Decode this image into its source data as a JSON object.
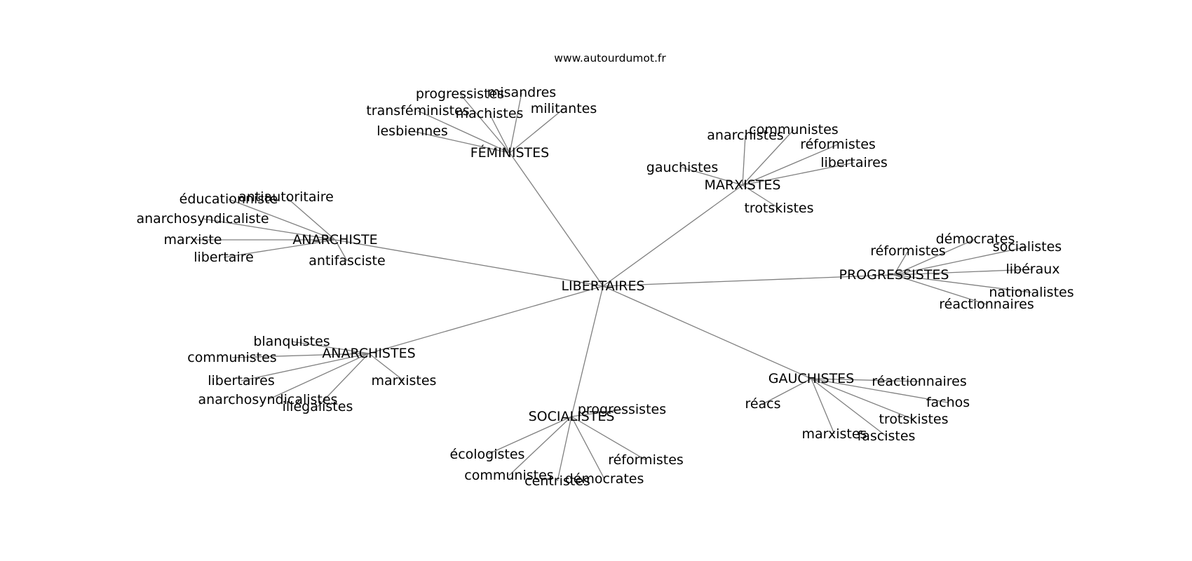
{
  "source_label": "www.autourdumot.fr",
  "root": {
    "label": "LIBERTAIRES"
  },
  "groups": [
    {
      "label": "FÉMINISTES",
      "children": [
        "progressistes",
        "misandres",
        "transféministes",
        "machistes",
        "militantes",
        "lesbiennes"
      ]
    },
    {
      "label": "MARXISTES",
      "children": [
        "communistes",
        "anarchistes",
        "réformistes",
        "gauchistes",
        "libertaires",
        "trotskistes"
      ]
    },
    {
      "label": "ANARCHISTE",
      "children": [
        "éducationniste",
        "antiautoritaire",
        "anarchosyndicaliste",
        "marxiste",
        "libertaire",
        "antifasciste"
      ]
    },
    {
      "label": "PROGRESSISTES",
      "children": [
        "démocrates",
        "réformistes",
        "socialistes",
        "libéraux",
        "nationalistes",
        "réactionnaires"
      ]
    },
    {
      "label": "ANARCHISTES",
      "children": [
        "blanquistes",
        "communistes",
        "libertaires",
        "anarchosyndicalistes",
        "illégalistes",
        "marxistes"
      ]
    },
    {
      "label": "GAUCHISTES",
      "children": [
        "réactionnaires",
        "réacs",
        "fachos",
        "trotskistes",
        "marxistes",
        "fascistes"
      ]
    },
    {
      "label": "SOCIALISTES",
      "children": [
        "progressistes",
        "écologistes",
        "réformistes",
        "communistes",
        "centristes",
        "démocrates"
      ]
    }
  ]
}
